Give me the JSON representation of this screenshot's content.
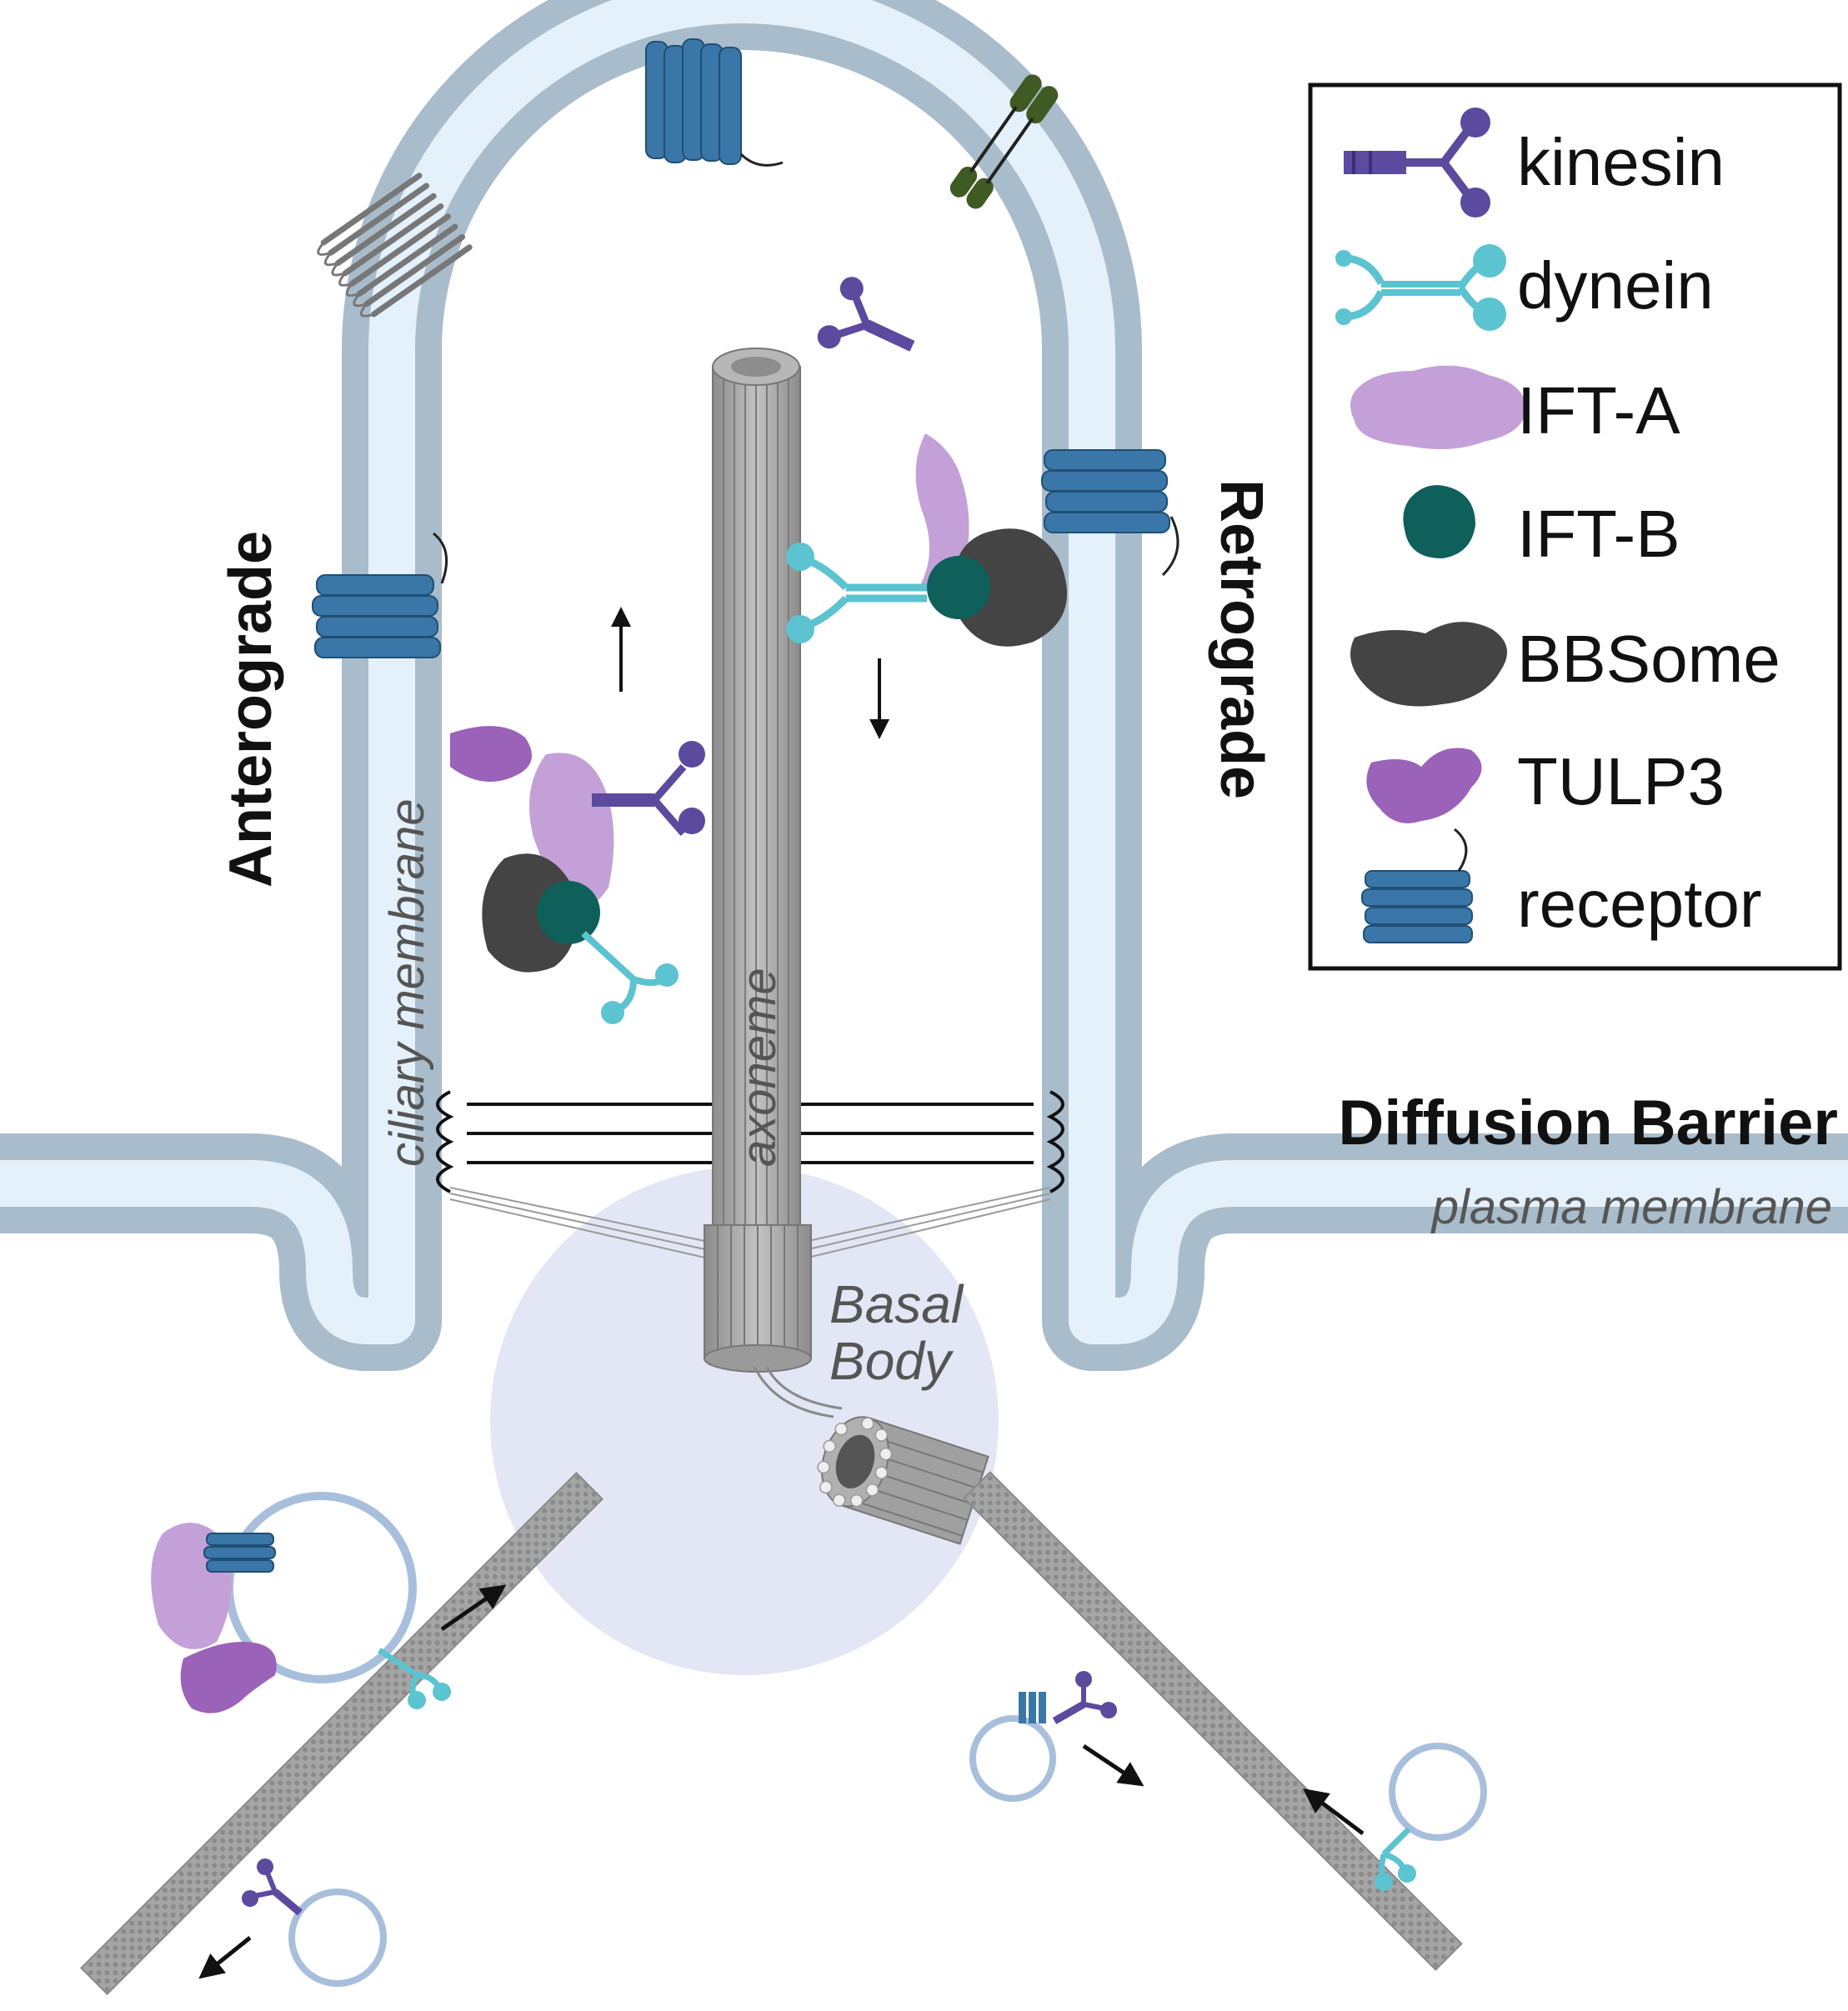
{
  "labels": {
    "anterograde": "Anterograde",
    "retrograde": "Retrograde",
    "diffusion_barrier": "Diffusion Barrier",
    "plasma_membrane": "plasma membrane",
    "ciliary_membrane": "ciliary membrane",
    "axoneme": "axoneme",
    "basal_body_line1": "Basal",
    "basal_body_line2": "Body"
  },
  "legend": {
    "items": [
      {
        "key": "kinesin",
        "label": "kinesin",
        "icon": "kinesin-icon",
        "color": "#5b4a9e"
      },
      {
        "key": "dynein",
        "label": "dynein",
        "icon": "dynein-icon",
        "color": "#5cc3d0"
      },
      {
        "key": "ift_a",
        "label": "IFT-A",
        "icon": "ift-a-icon",
        "color": "#c4a0d8"
      },
      {
        "key": "ift_b",
        "label": "IFT-B",
        "icon": "ift-b-icon",
        "color": "#0f5f5a"
      },
      {
        "key": "bbsome",
        "label": "BBSome",
        "icon": "bbsome-icon",
        "color": "#444444"
      },
      {
        "key": "tulp3",
        "label": "TULP3",
        "icon": "tulp3-icon",
        "color": "#9a62b8"
      },
      {
        "key": "receptor",
        "label": "receptor",
        "icon": "receptor-icon",
        "color": "#3a77a8"
      }
    ]
  },
  "colors": {
    "membrane_outer": "#a9bccb",
    "membrane_inner": "#e4f1fb",
    "axoneme": "#a3a3a3",
    "basal_body_halo": "#e3e6f4",
    "microtubule": "#9c9c9c",
    "vesicle": "#a8bfdc",
    "arrow": "#111111"
  }
}
